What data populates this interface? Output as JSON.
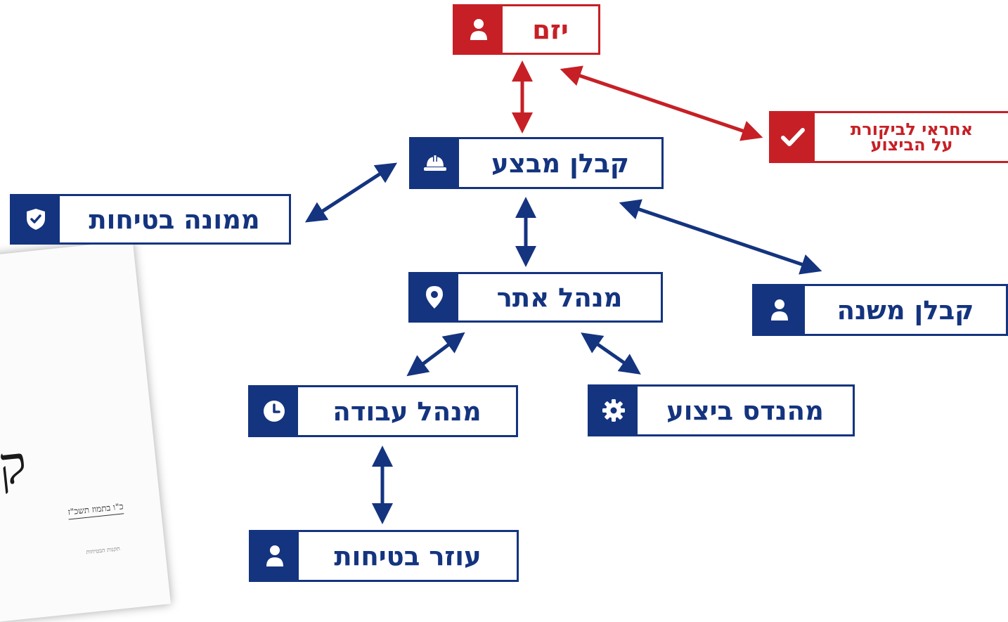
{
  "colors": {
    "primary": "#14347f",
    "accent": "#c62026"
  },
  "document": {
    "heading": "קו",
    "date": "כ\"ו בתמוז תשכ\"ז",
    "fine_print": "תקנות הבטיחות"
  },
  "nodes": {
    "yazam": {
      "label": "יזם",
      "icon": "user-icon"
    },
    "execution_control": {
      "line1": "אחראי לביקורת",
      "line2": "על הביצוע",
      "icon": "checkmark-icon"
    },
    "main_contractor": {
      "label": "קבלן מבצע",
      "icon": "hard-hat-icon"
    },
    "safety_officer": {
      "label": "ממונה בטיחות",
      "icon": "shield-check-icon"
    },
    "site_manager": {
      "label": "מנהל אתר",
      "icon": "location-pin-icon"
    },
    "subcontractor": {
      "label": "קבלן משנה",
      "icon": "user-icon"
    },
    "work_manager": {
      "label": "מנהל עבודה",
      "icon": "clock-icon"
    },
    "execution_engineer": {
      "label": "מהנדס ביצוע",
      "icon": "gear-icon"
    },
    "safety_assistant": {
      "label": "עוזר בטיחות",
      "icon": "user-icon"
    }
  }
}
